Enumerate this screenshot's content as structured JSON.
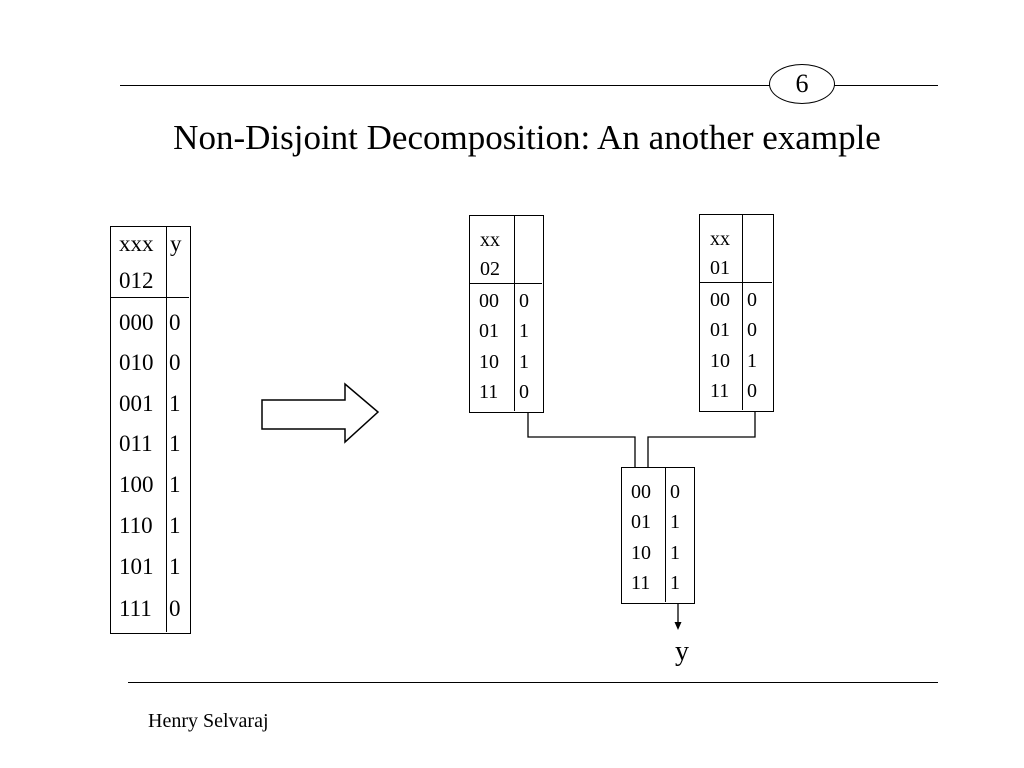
{
  "slide_number": "6",
  "title": "Non-Disjoint Decomposition: An another example",
  "footer": "Henry Selvaraj",
  "main_table": {
    "header_inputs": [
      "xxx",
      "012"
    ],
    "header_output": "y",
    "rows": [
      {
        "in": "000",
        "out": "0"
      },
      {
        "in": "010",
        "out": "0"
      },
      {
        "in": "001",
        "out": "1"
      },
      {
        "in": "011",
        "out": "1"
      },
      {
        "in": "100",
        "out": "1"
      },
      {
        "in": "110",
        "out": "1"
      },
      {
        "in": "101",
        "out": "1"
      },
      {
        "in": "111",
        "out": "0"
      }
    ]
  },
  "block_left": {
    "header_inputs": [
      "xx",
      "02"
    ],
    "rows": [
      {
        "in": "00",
        "out": "0"
      },
      {
        "in": "01",
        "out": "1"
      },
      {
        "in": "10",
        "out": "1"
      },
      {
        "in": "11",
        "out": "0"
      }
    ]
  },
  "block_right": {
    "header_inputs": [
      "xx",
      "01"
    ],
    "rows": [
      {
        "in": "00",
        "out": "0"
      },
      {
        "in": "01",
        "out": "0"
      },
      {
        "in": "10",
        "out": "1"
      },
      {
        "in": "11",
        "out": "0"
      }
    ]
  },
  "block_bottom": {
    "rows": [
      {
        "in": "00",
        "out": "0"
      },
      {
        "in": "01",
        "out": "1"
      },
      {
        "in": "10",
        "out": "1"
      },
      {
        "in": "11",
        "out": "1"
      }
    ]
  },
  "output_label": "y"
}
